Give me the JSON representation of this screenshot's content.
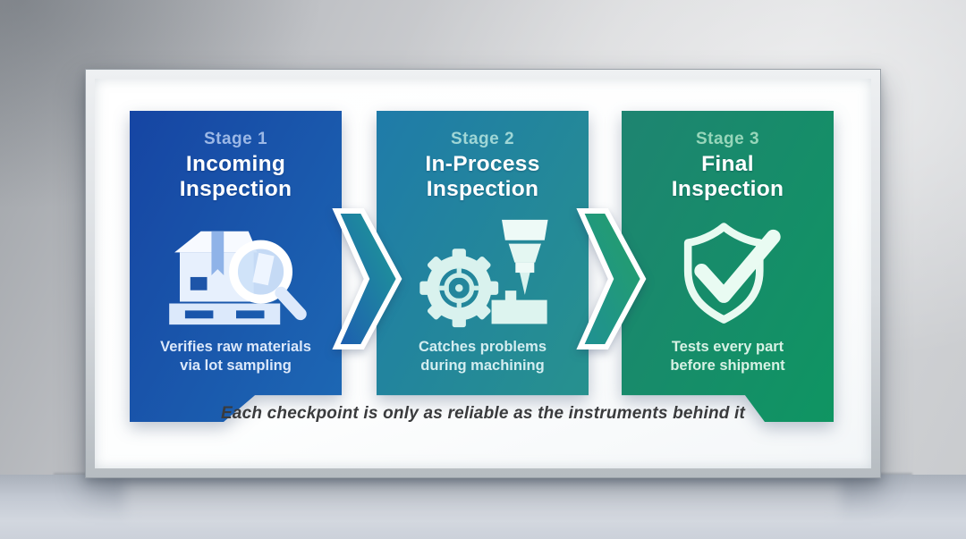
{
  "poster": {
    "caption": "Each checkpoint is only as reliable as the instruments behind it"
  },
  "stages": [
    {
      "label": "Stage 1",
      "title_line1": "Incoming",
      "title_line2": "Inspection",
      "desc_line1": "Verifies raw materials",
      "desc_line2": "via lot sampling",
      "icon": "box-magnifier-icon",
      "gradient_start": "#1645a3",
      "gradient_end": "#1d68b4",
      "label_color": "#9cb8e6",
      "desc_color": "#dce8fa"
    },
    {
      "label": "Stage 2",
      "title_line1": "In-Process",
      "title_line2": "Inspection",
      "desc_line1": "Catches problems",
      "desc_line2": "during machining",
      "icon": "gear-crosshair-drill-icon",
      "gradient_start": "#1f7ba9",
      "gradient_end": "#27928d",
      "label_color": "#9fd6d6",
      "desc_color": "#d3edf0"
    },
    {
      "label": "Stage 3",
      "title_line1": "Final",
      "title_line2": "Inspection",
      "desc_line1": "Tests every part",
      "desc_line2": "before shipment",
      "icon": "shield-check-icon",
      "gradient_start": "#1e8471",
      "gradient_end": "#0f9562",
      "label_color": "#97d6ba",
      "desc_color": "#d7f1e4"
    }
  ],
  "arrows": [
    {
      "name": "arrow-stage1-to-stage2",
      "gradient_start": "#1d5cb1",
      "gradient_end": "#1f9e95"
    },
    {
      "name": "arrow-stage2-to-stage3",
      "gradient_start": "#1f9095",
      "gradient_end": "#23a066"
    }
  ]
}
